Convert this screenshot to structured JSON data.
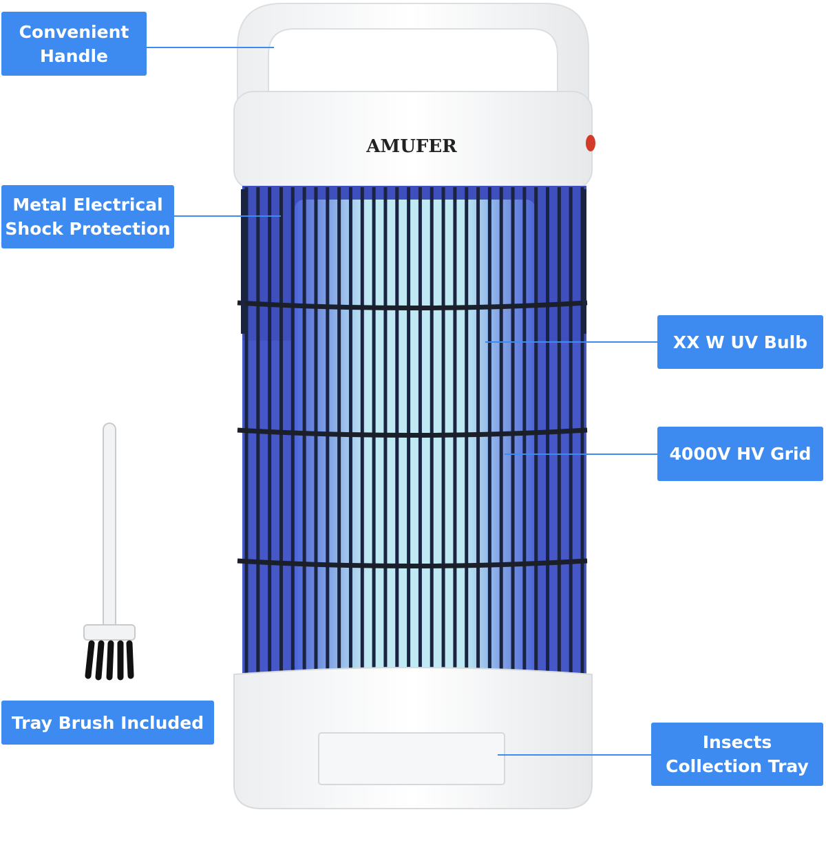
{
  "brand": "AMUFER",
  "callouts": {
    "handle": [
      "Convenient",
      "Handle"
    ],
    "protection": [
      "Metal Electrical",
      "Shock Protection"
    ],
    "bulb": [
      "XX W UV Bulb"
    ],
    "grid": [
      "4000V HV Grid"
    ],
    "brush": [
      "Tray Brush Included"
    ],
    "tray": [
      "Insects",
      "Collection Tray"
    ]
  },
  "colors": {
    "callout_blue": "#3d8bf0",
    "uv_glow": "#bde8f2",
    "grid_wire": "#1a2440"
  }
}
